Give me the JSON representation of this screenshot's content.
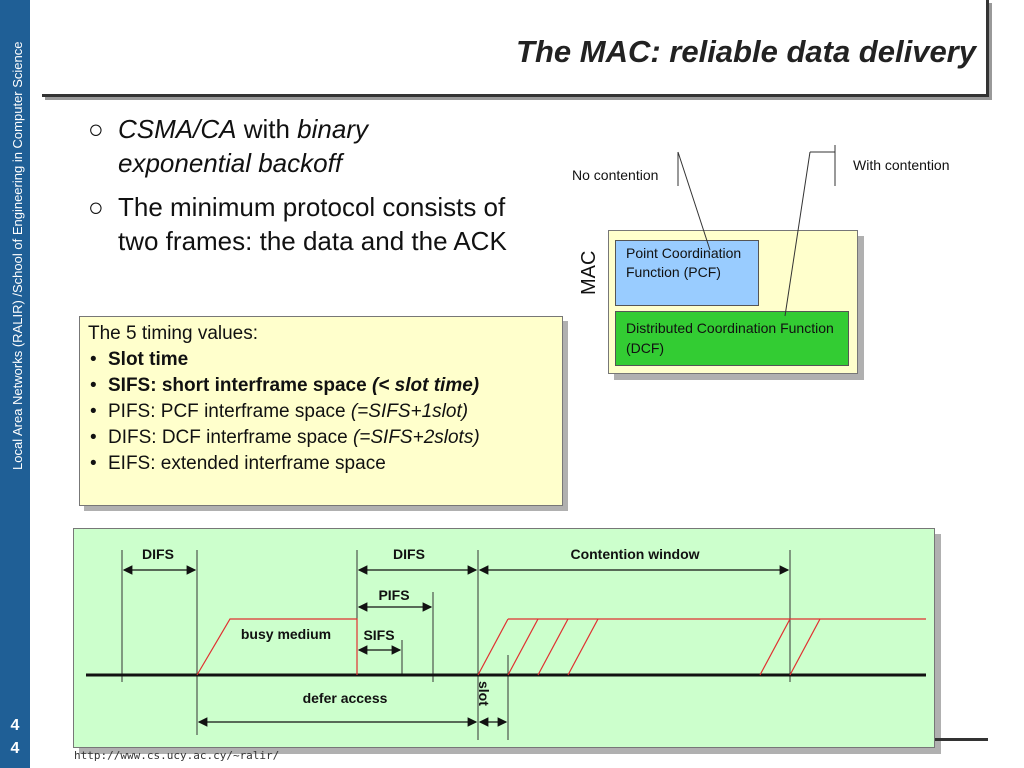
{
  "sidebar": {
    "text": "Local Area Networks (RALIR) /School of Engineering in Computer Science",
    "slide_number_line1": "4",
    "slide_number_line2": "4"
  },
  "title": "The MAC: reliable data delivery",
  "bullets": [
    {
      "italic_a": "CSMA/CA",
      "plain": " with ",
      "italic_b": "binary exponential backoff"
    },
    {
      "text": "The minimum protocol consists of two frames: the data and the ACK"
    }
  ],
  "bullet_mark": "○",
  "timing_values": {
    "heading": "The 5 timing values:",
    "items": [
      {
        "bold": "Slot time",
        "normal": "",
        "italic": ""
      },
      {
        "bold": "SIFS: short interframe space ",
        "normal": "",
        "italic": "(< slot time)",
        "italic_bold": true
      },
      {
        "bold": "",
        "normal": "PIFS: PCF interframe space ",
        "italic": "(=SIFS+1slot)"
      },
      {
        "bold": "",
        "normal": "DIFS: DCF interframe space ",
        "italic": "(=SIFS+2slots)"
      },
      {
        "bold": "",
        "normal": "EIFS: extended interframe space",
        "italic": ""
      }
    ]
  },
  "mac_diagram": {
    "mac_label": "MAC",
    "no_contention_label": "No contention",
    "with_contention_label": "With contention",
    "pcf_label": "Point Coordination Function (PCF)",
    "dcf_label": "Distributed Coordination Function (DCF)"
  },
  "timing_diagram": {
    "difs_left": "DIFS",
    "difs_mid": "DIFS",
    "contention_window": "Contention window",
    "pifs": "PIFS",
    "sifs": "SIFS",
    "busy_medium": "busy medium",
    "defer_access": "defer access",
    "slot": "slot"
  },
  "colors": {
    "sidebar": "#1f5f96",
    "box_yellow": "#ffffcc",
    "box_green": "#ccffcc",
    "pcf_blue": "#99ccff",
    "dcf_green": "#33cc33",
    "medium_red": "#e03030"
  },
  "footer_url": "http://www.cs.ucy.ac.cy/~ralir/"
}
